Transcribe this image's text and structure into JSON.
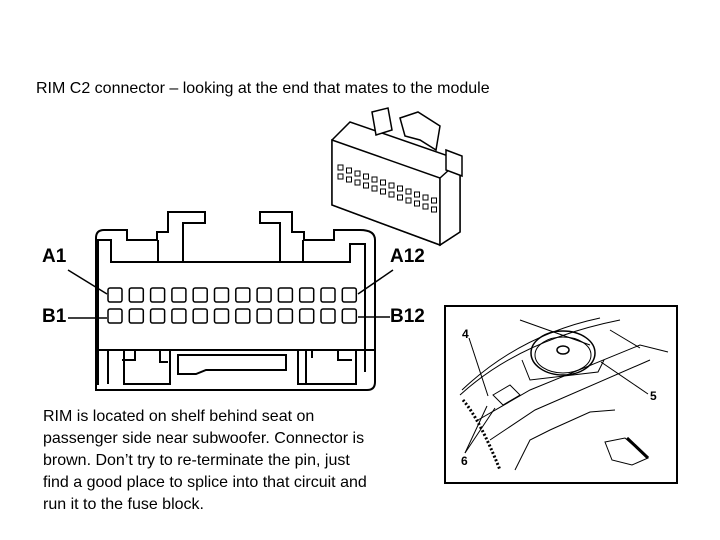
{
  "title": "RIM C2 connector – looking at the end that mates to the module",
  "pin_labels": {
    "a1": "A1",
    "a12": "A12",
    "b1": "B1",
    "b12": "B12"
  },
  "pins_per_row": 12,
  "rows": [
    "A",
    "B"
  ],
  "location_callouts": [
    "4",
    "5",
    "6"
  ],
  "note_lines": [
    "RIM is located on shelf behind seat on",
    "passenger side near subwoofer.  Connector is",
    "brown.  Don’t try to re-terminate the pin, just",
    "find a good place to splice into that circuit and",
    "run it to the fuse block."
  ]
}
